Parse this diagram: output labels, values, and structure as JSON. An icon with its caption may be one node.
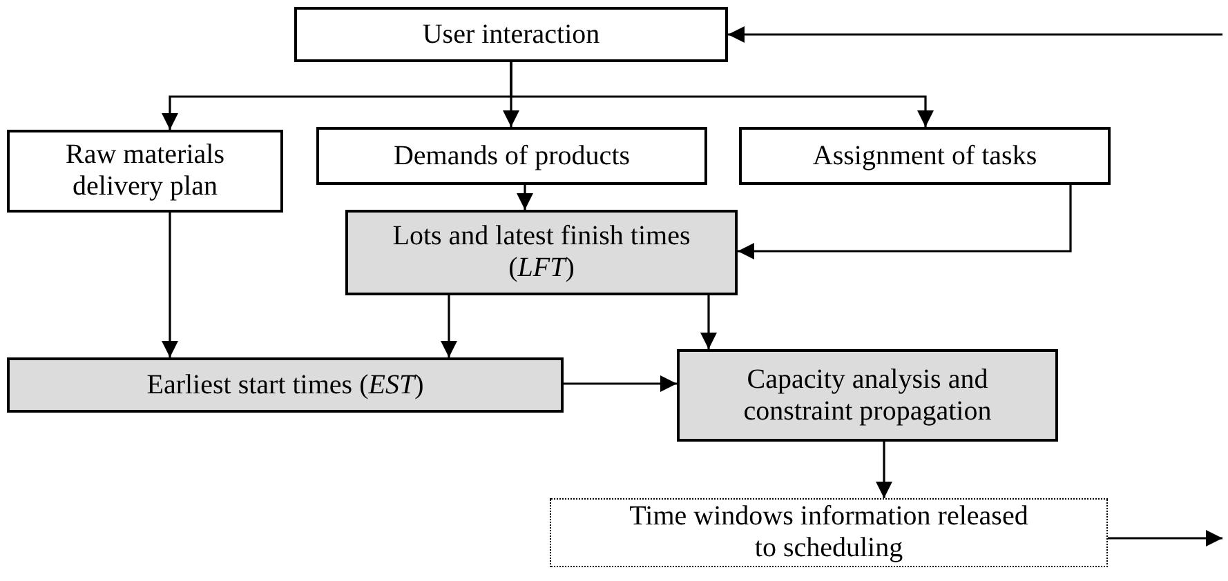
{
  "diagram": {
    "nodes": [
      {
        "text": [
          "User interaction"
        ]
      },
      {
        "text": [
          "Raw materials delivery plan"
        ]
      },
      {
        "text": [
          "Demands of products"
        ]
      },
      {
        "text": [
          "Assignment of tasks"
        ]
      },
      {
        "text": [
          "Lots and latest finish times (*LFT*)"
        ]
      },
      {
        "text": [
          "Earliest start times (*EST*)"
        ]
      },
      {
        "text": [
          "Capacity analysis and constraint propagation"
        ]
      },
      {
        "text": [
          "Time windows information released to scheduling"
        ]
      }
    ],
    "edges": [
      {
        "from": null,
        "to": 0,
        "arrow": "to"
      },
      {
        "from": 0,
        "to": 1,
        "arrow": "to"
      },
      {
        "from": 0,
        "to": 2,
        "arrow": "to"
      },
      {
        "from": 0,
        "to": 3,
        "arrow": "to"
      },
      {
        "from": 2,
        "to": 4,
        "arrow": "to"
      },
      {
        "from": 3,
        "to": 4,
        "arrow": "to"
      },
      {
        "from": 1,
        "to": 5,
        "arrow": "to"
      },
      {
        "from": 4,
        "to": 5,
        "arrow": "to"
      },
      {
        "from": 4,
        "to": 6,
        "arrow": "to"
      },
      {
        "from": 5,
        "to": 6,
        "arrow": "to"
      },
      {
        "from": 6,
        "to": 7,
        "arrow": "to"
      },
      {
        "from": 7,
        "to": null,
        "arrow": "to"
      }
    ]
  }
}
